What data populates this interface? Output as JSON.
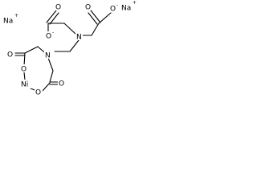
{
  "molecule": {
    "counterions": [
      {
        "element": "Na",
        "charge": "+"
      },
      {
        "element": "Na",
        "charge": "+"
      }
    ],
    "carboxylate_groups": [
      {
        "oxygen": "O",
        "anion_oxygen": "O",
        "charge": "-"
      },
      {
        "oxygen": "O",
        "anion_oxygen": "O",
        "charge": "-"
      }
    ],
    "amine_nitrogens": [
      "N",
      "N"
    ],
    "chelate_ring": {
      "metal": "Ni",
      "ester_oxygens": [
        "O",
        "O"
      ],
      "carbonyl_oxygens": [
        "O",
        "O"
      ]
    }
  }
}
